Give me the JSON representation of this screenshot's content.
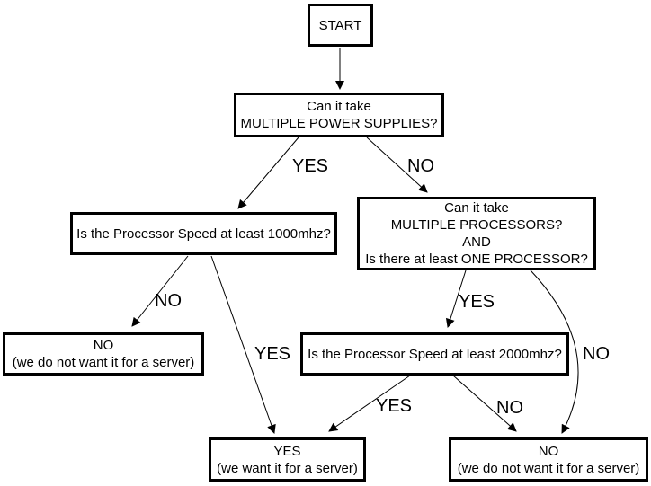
{
  "diagram": {
    "title": "server decision flowchart",
    "colors": {
      "background": "#ffffff",
      "line": "#000000",
      "box_border": "#000000",
      "text": "#000000"
    },
    "nodes": {
      "start": {
        "lines": [
          "START"
        ]
      },
      "q_power": {
        "lines": [
          "Can it take",
          "MULTIPLE POWER SUPPLIES?"
        ]
      },
      "q_speed1000": {
        "lines": [
          "Is the Processor Speed at least 1000mhz?"
        ]
      },
      "q_multiproc": {
        "lines": [
          "Can it take",
          "MULTIPLE PROCESSORS?",
          "AND",
          "Is there at least ONE PROCESSOR?"
        ]
      },
      "end_no_left": {
        "lines": [
          "NO",
          "(we do not want it for a server)"
        ]
      },
      "q_speed2000": {
        "lines": [
          "Is the Processor Speed at least 2000mhz?"
        ]
      },
      "end_yes": {
        "lines": [
          "YES",
          "(we want it for a server)"
        ]
      },
      "end_no_right": {
        "lines": [
          "NO",
          "(we do not want it for a server)"
        ]
      }
    },
    "edge_labels": {
      "power_yes": "YES",
      "power_no": "NO",
      "speed1000_no": "NO",
      "speed1000_yes": "YES",
      "multiproc_yes": "YES",
      "multiproc_no": "NO",
      "speed2000_yes": "YES",
      "speed2000_no": "NO"
    }
  }
}
